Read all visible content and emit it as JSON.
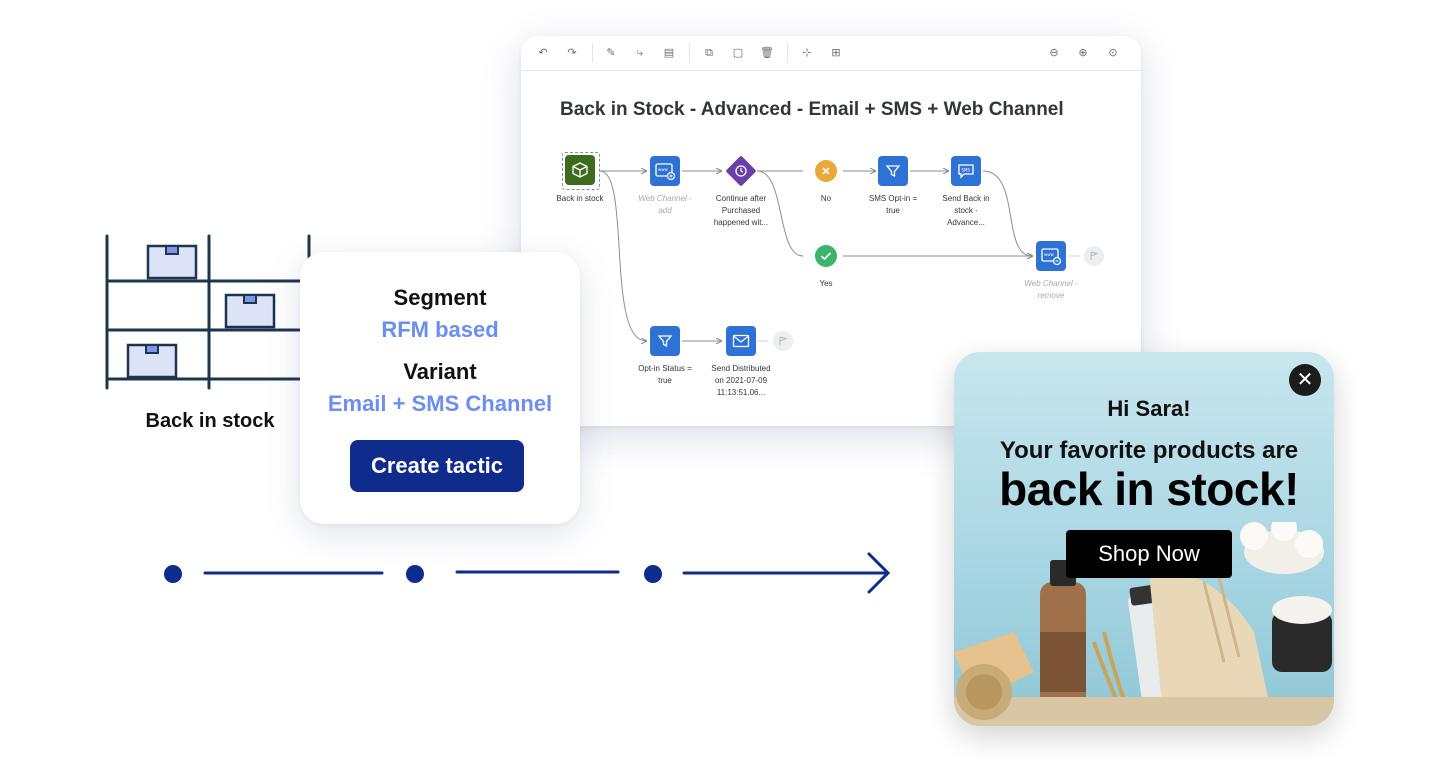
{
  "workflow": {
    "title": "Back in Stock - Advanced - Email + SMS + Web Channel",
    "toolbar": [
      "undo-icon",
      "redo-icon",
      "pencil-icon",
      "connector-icon",
      "comment-icon",
      "copy-icon",
      "paste-icon",
      "delete-icon",
      "auto-layout-icon",
      "arrange-icon",
      "zoom-out-icon",
      "zoom-in-icon",
      "zoom-fit-icon"
    ],
    "nodes": {
      "trigger": "Back in stock",
      "web_add": "Web Channel -\nadd",
      "wait": "Continue after\nPurchased\nhappened wit...",
      "no": "No",
      "sms_filter": "SMS Opt-in =\ntrue",
      "send_sms": "Send Back in\nstock -\nAdvance...",
      "yes": "Yes",
      "web_remove": "Web Channel -\nremove",
      "optin_filter": "Opt-in Status =\ntrue",
      "send_email": "Send Distributed\non 2021-07-09\n11:13:51.06..."
    },
    "colors": {
      "action": "#2f72d6",
      "trigger": "#3f6b1f",
      "wait": "#6a3fa8",
      "no": "#e8a83a",
      "yes": "#3fb36e"
    }
  },
  "shelf": {
    "label": "Back in stock"
  },
  "segment_card": {
    "segment_label": "Segment",
    "segment_value": "RFM based",
    "variant_label": "Variant",
    "variant_value": "Email + SMS Channel",
    "button": "Create tactic"
  },
  "promo": {
    "greeting": "Hi Sara!",
    "line1": "Your favorite products are",
    "line2": "back in stock!",
    "button": "Shop Now",
    "close": "✕"
  }
}
